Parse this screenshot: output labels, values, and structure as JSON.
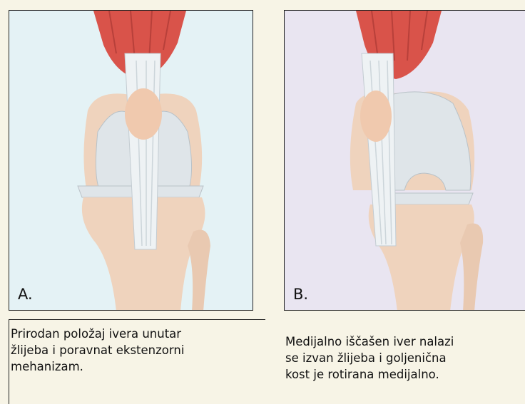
{
  "panels": [
    {
      "label": "A.",
      "caption": [
        "Prirodan položaj ivera unutar",
        "žlijeba i poravnat ekstenzorni",
        "mehanizam."
      ]
    },
    {
      "label": "B.",
      "caption": [
        "Medijalno iščašen iver nalazi",
        "se izvan žlijeba i goljenična",
        "kost je rotirana medijalno."
      ]
    }
  ],
  "colors": {
    "panel_a_bg": "#e4f2f5",
    "panel_b_bg": "#e9e5f1",
    "muscle": "#d9534a",
    "bone": "#efd3bd",
    "cartilage": "#dfe5e9",
    "tendon": "#eef2f4"
  }
}
